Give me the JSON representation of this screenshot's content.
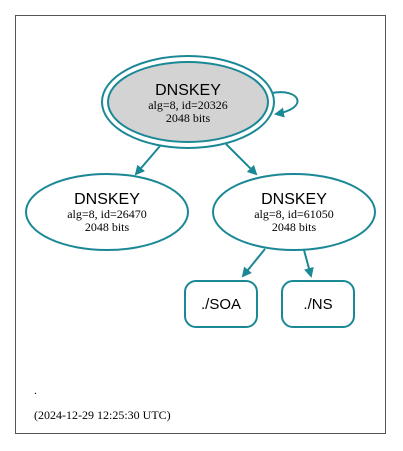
{
  "colors": {
    "edge": "#1b8896",
    "node_stroke": "#1b8896",
    "trusted_fill": "#d3d3d3",
    "frame": "#555555"
  },
  "nodes": {
    "ksk": {
      "title": "DNSKEY",
      "algorithm": "alg=8, id=20326",
      "size": "2048 bits"
    },
    "dnskey_left": {
      "title": "DNSKEY",
      "algorithm": "alg=8, id=26470",
      "size": "2048 bits"
    },
    "dnskey_right": {
      "title": "DNSKEY",
      "algorithm": "alg=8, id=61050",
      "size": "2048 bits"
    },
    "soa": {
      "label": "./SOA"
    },
    "ns": {
      "label": "./NS"
    }
  },
  "footer": {
    "zone": ".",
    "timestamp": "(2024-12-29 12:25:30 UTC)"
  }
}
